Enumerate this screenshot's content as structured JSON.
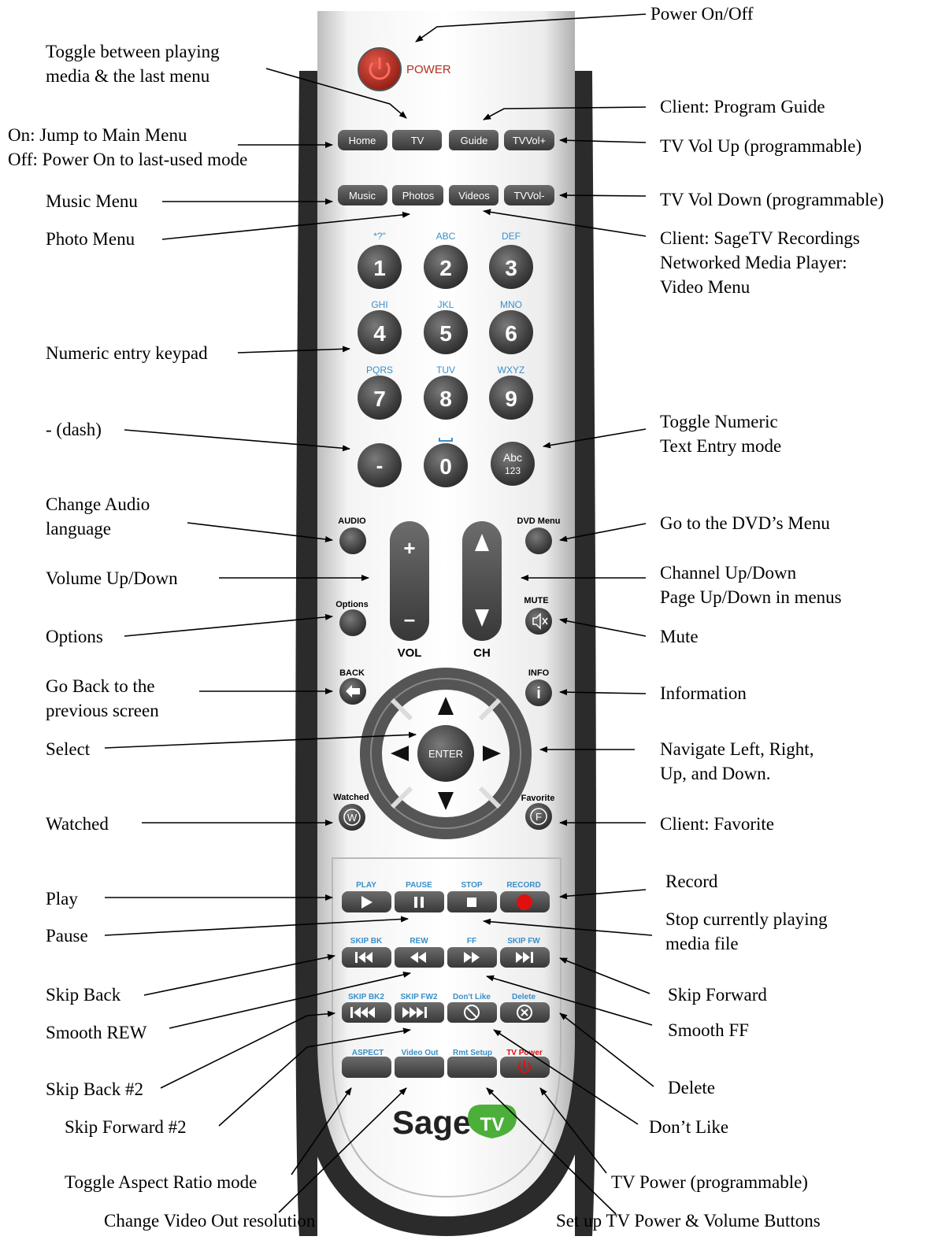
{
  "remote": {
    "power_label": "POWER",
    "row1": [
      "Home",
      "TV",
      "Guide",
      "TVVol+"
    ],
    "row2": [
      "Music",
      "Photos",
      "Videos",
      "TVVol-"
    ],
    "keypad": [
      {
        "digit": "1",
        "letters": "*?\""
      },
      {
        "digit": "2",
        "letters": "ABC"
      },
      {
        "digit": "3",
        "letters": "DEF"
      },
      {
        "digit": "4",
        "letters": "GHI"
      },
      {
        "digit": "5",
        "letters": "JKL"
      },
      {
        "digit": "6",
        "letters": "MNO"
      },
      {
        "digit": "7",
        "letters": "PQRS"
      },
      {
        "digit": "8",
        "letters": "TUV"
      },
      {
        "digit": "9",
        "letters": "WXYZ"
      }
    ],
    "dash_label": "-",
    "zero_label": "0",
    "abc_label_1": "Abc",
    "abc_label_2": "123",
    "audio_label": "AUDIO",
    "dvd_menu_label": "DVD Menu",
    "options_label": "Options",
    "mute_label": "MUTE",
    "vol_label": "VOL",
    "ch_label": "CH",
    "vol_plus": "+",
    "vol_minus": "–",
    "back_label": "BACK",
    "info_label": "INFO",
    "info_glyph": "i",
    "enter_label": "ENTER",
    "watched_label": "Watched",
    "watched_glyph": "W",
    "favorite_label": "Favorite",
    "favorite_glyph": "F",
    "transport_labels": [
      "PLAY",
      "PAUSE",
      "STOP",
      "RECORD"
    ],
    "skip_labels": [
      "SKIP BK",
      "REW",
      "FF",
      "SKIP FW"
    ],
    "row3_labels": [
      "SKIP BK2",
      "SKIP FW2",
      "Don't Like",
      "Delete"
    ],
    "bottom_labels": [
      "ASPECT",
      "Video Out",
      "Rmt  Setup",
      "TV Power"
    ],
    "logo_sage": "Sage",
    "logo_tv": "TV",
    "colors": {
      "body": "#e9e9e9",
      "frame": "#2b2b2b",
      "button": "#4a4a4a",
      "accent_blue": "#3a8fc8",
      "power_red": "#c0392b",
      "record_red": "#e01010",
      "logo_green": "#4caf3a"
    }
  },
  "annotations": {
    "power": "Power On/Off",
    "toggle_media": "Toggle between playing\nmedia & the last menu",
    "program_guide": "Client: Program Guide",
    "home": "On: Jump to Main Menu\nOff: Power On to last-used mode",
    "tv_vol_up": "TV Vol Up (programmable)",
    "music_menu": "Music Menu",
    "tv_vol_down": "TV Vol Down (programmable)",
    "photo_menu": "Photo Menu",
    "recordings": "Client: SageTV Recordings\nNetworked Media Player:\nVideo Menu",
    "keypad": "Numeric entry keypad",
    "dash": "- (dash)",
    "text_entry": "Toggle Numeric\nText Entry mode",
    "audio": "Change Audio\nlanguage",
    "dvd_menu": "Go to the DVD’s Menu",
    "volume": "Volume Up/Down",
    "channel": "Channel Up/Down\nPage Up/Down in menus",
    "options": "Options",
    "mute": "Mute",
    "back": "Go Back to the\nprevious screen",
    "information": "Information",
    "select": "Select",
    "navigate": "Navigate Left, Right,\nUp, and Down.",
    "watched": "Watched",
    "favorite": "Client: Favorite",
    "record": "Record",
    "play": "Play",
    "stop": "Stop currently playing\nmedia file",
    "pause": "Pause",
    "skip_back": "Skip Back",
    "skip_forward": "Skip Forward",
    "smooth_rew": "Smooth REW",
    "smooth_ff": "Smooth FF",
    "skip_back_2": "Skip Back #2",
    "delete": "Delete",
    "skip_forward_2": "Skip Forward #2",
    "dont_like": "Don’t Like",
    "aspect": "Toggle Aspect Ratio mode",
    "tv_power": "TV Power (programmable)",
    "video_out": "Change Video Out resolution",
    "rmt_setup": "Set up TV Power & Volume Buttons"
  }
}
